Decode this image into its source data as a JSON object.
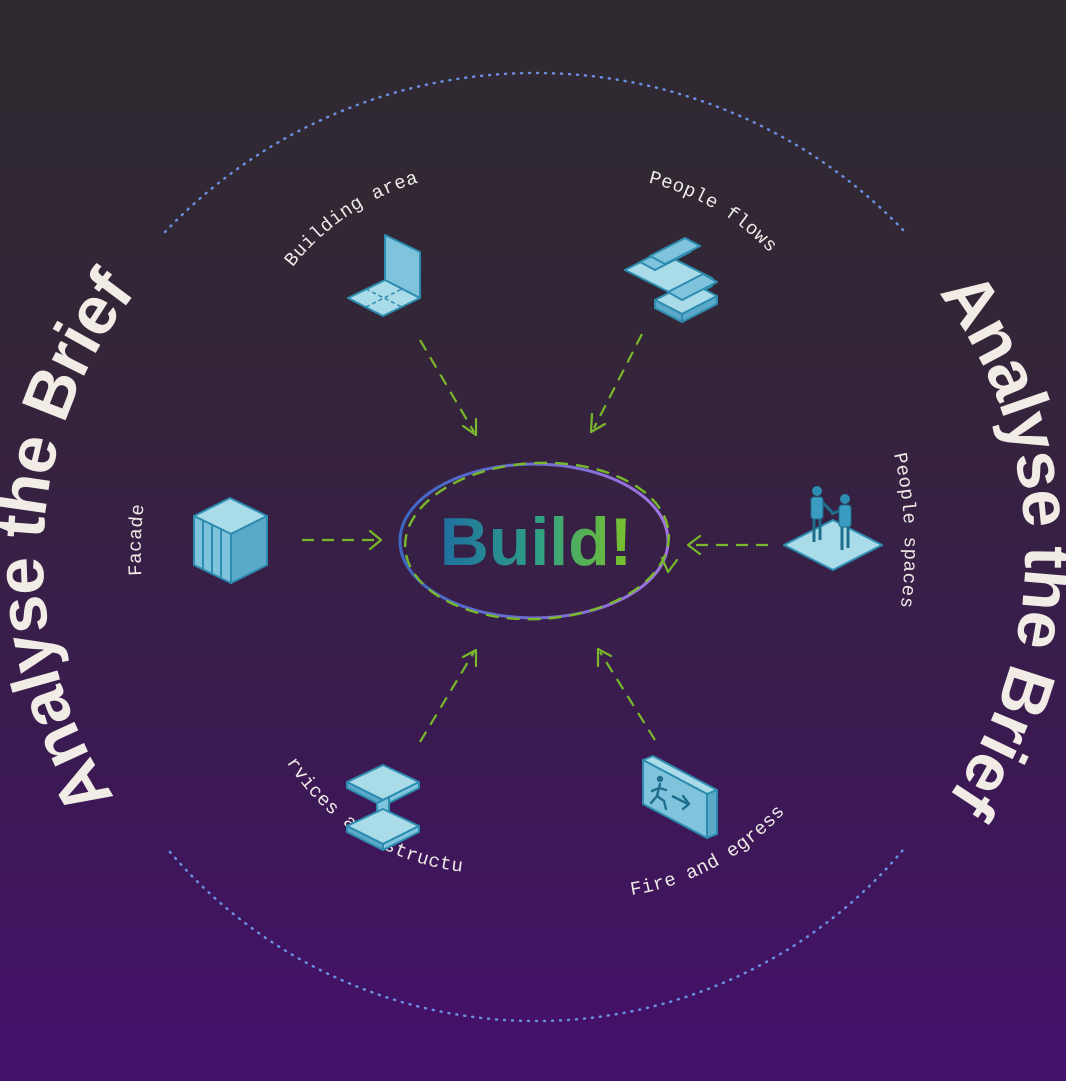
{
  "title_left": "Analyse the Brief",
  "title_right": "Analyse the Brief",
  "center": {
    "label": "Build!"
  },
  "nodes": {
    "building_area": {
      "label": "Building area",
      "icon": "floor-wall-icon"
    },
    "people_flows": {
      "label": "People flows",
      "icon": "stairs-icon"
    },
    "facade": {
      "label": "Facade",
      "icon": "facade-box-icon"
    },
    "people_spaces": {
      "label": "People spaces",
      "icon": "people-platform-icon"
    },
    "services_structure": {
      "label": "Services and structure",
      "icon": "steel-beam-icon"
    },
    "fire_egress": {
      "label": "Fire and egress",
      "icon": "exit-sign-icon"
    }
  },
  "colors": {
    "arrow": "#78b82a",
    "icon": "#7fc4dc",
    "ring": "#6a8fe0",
    "title": "#f1ece6"
  }
}
